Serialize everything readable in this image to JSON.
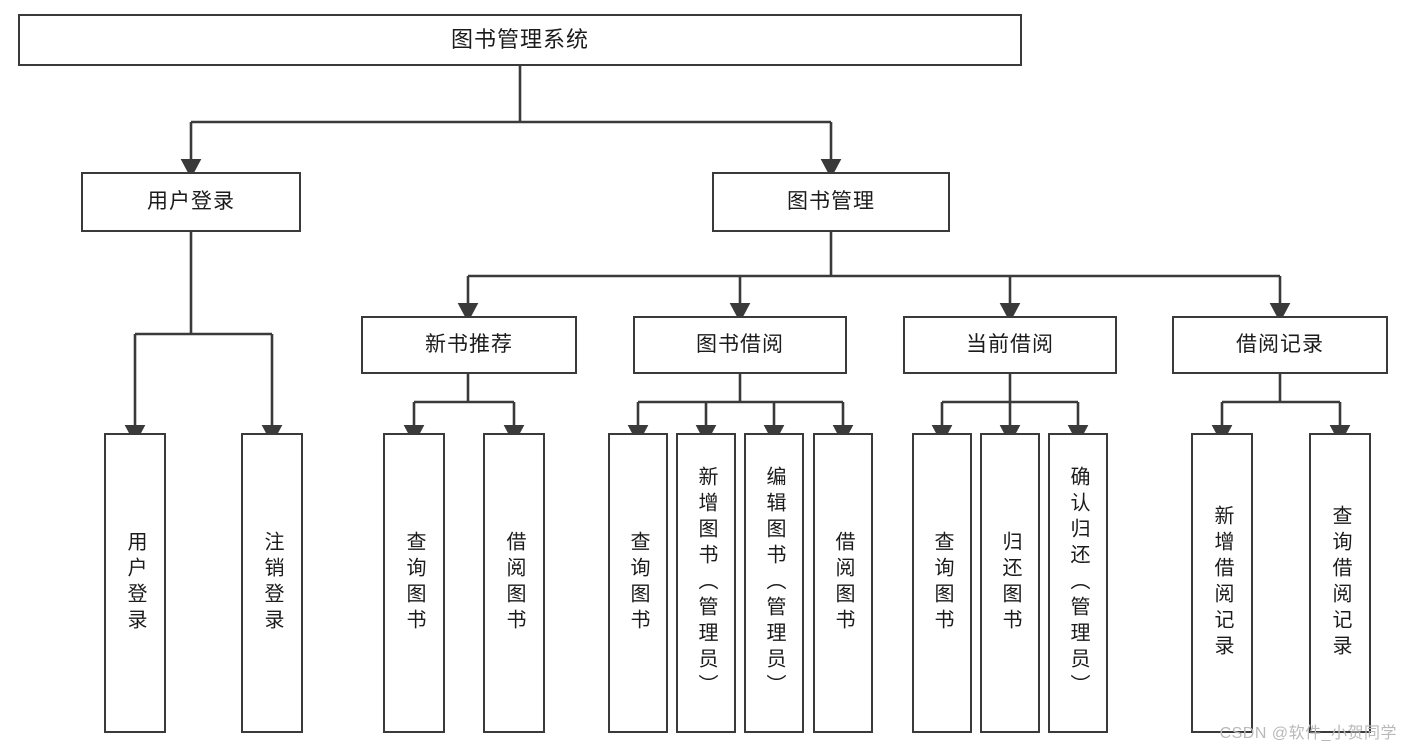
{
  "diagram": {
    "title": "图书管理系统",
    "type": "tree-hierarchy",
    "colors": {
      "background": "#ffffff",
      "box_border": "#3a3a3a",
      "edge": "#3a3a3a",
      "text": "#1b1b1b",
      "watermark": "#b9b9b9"
    },
    "root": {
      "label": "图书管理系统"
    },
    "level1": [
      {
        "label": "用户登录"
      },
      {
        "label": "图书管理"
      }
    ],
    "level2": [
      {
        "label": "新书推荐"
      },
      {
        "label": "图书借阅"
      },
      {
        "label": "当前借阅"
      },
      {
        "label": "借阅记录"
      }
    ],
    "leaves": {
      "user_login": [
        {
          "label": "用户登录"
        },
        {
          "label": "注销登录"
        }
      ],
      "new_book_recommend": [
        {
          "label": "查询图书"
        },
        {
          "label": "借阅图书"
        }
      ],
      "book_borrow": [
        {
          "label": "查询图书"
        },
        {
          "label": "新增图书（管理员）"
        },
        {
          "label": "编辑图书（管理员）"
        },
        {
          "label": "借阅图书"
        }
      ],
      "current_borrow": [
        {
          "label": "查询图书"
        },
        {
          "label": "归还图书"
        },
        {
          "label": "确认归还（管理员）"
        }
      ],
      "borrow_record": [
        {
          "label": "新增借阅记录"
        },
        {
          "label": "查询借阅记录"
        }
      ]
    },
    "watermark": "CSDN @软件_小贺同学"
  }
}
